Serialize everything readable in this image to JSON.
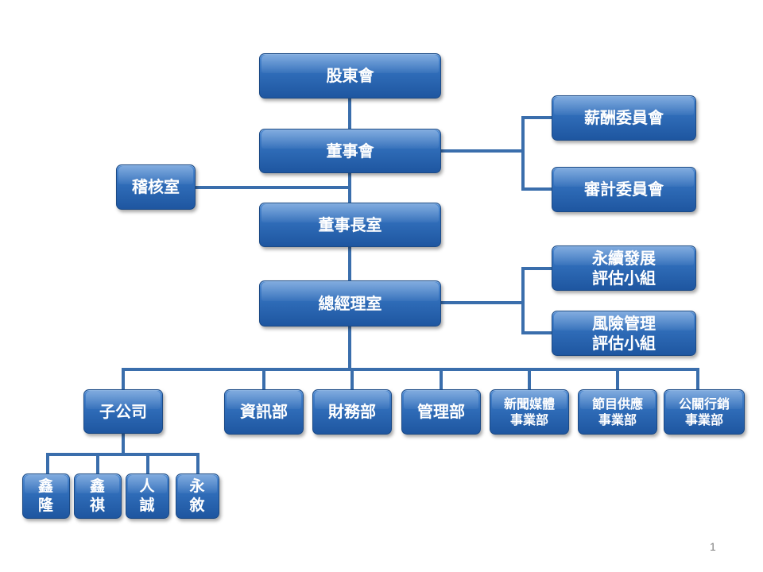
{
  "colors": {
    "box_fill": "#2f6cb8",
    "box_border": "#1b4a86",
    "connector": "#3a6eac",
    "text": "#ffffff"
  },
  "nodes": {
    "shareholders": "股東會",
    "board": "董事會",
    "compensation_committee": "薪酬委員會",
    "audit_committee": "審計委員會",
    "audit_office": "稽核室",
    "chairman_office": "董事長室",
    "sustainability_group": "永續發展\n評估小組",
    "risk_group": "風險管理\n評估小組",
    "gm_office": "總經理室",
    "subsidiaries": "子公司",
    "it_dept": "資訊部",
    "finance_dept": "財務部",
    "admin_dept": "管理部",
    "news_media_division": "新聞媒體\n事業部",
    "program_supply_division": "節目供應\n事業部",
    "pr_marketing_division": "公關行銷\n事業部",
    "sub_xinlong": "鑫\n隆",
    "sub_xinqi": "鑫\n祺",
    "sub_rencheng": "人\n誠",
    "sub_yongxu": "永\n敘"
  },
  "page_number": "1"
}
